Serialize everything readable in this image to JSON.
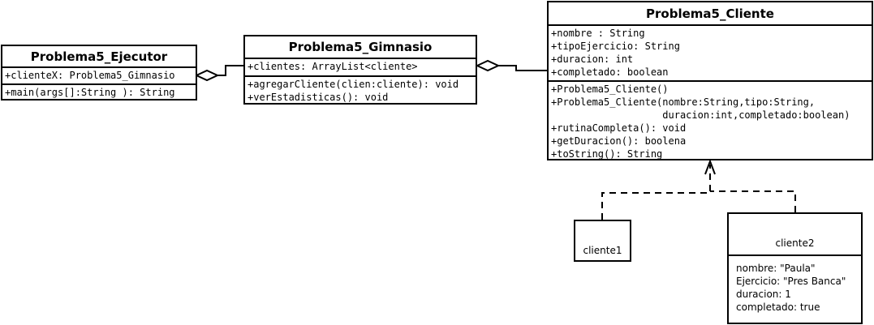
{
  "ejecutor": {
    "title": "Problema5_Ejecutor",
    "attributes": [
      "+clienteX: Problema5_Gimnasio"
    ],
    "methods": [
      "+main(args[]:String ): String"
    ]
  },
  "gimnasio": {
    "title": "Problema5_Gimnasio",
    "attributes": [
      "+clientes: ArrayList<cliente>"
    ],
    "methods": [
      "+agregarCliente(clien:cliente): void",
      "+verEstadisticas(): void"
    ]
  },
  "cliente": {
    "title": "Problema5_Cliente",
    "attributes": [
      "+nombre : String",
      "+tipoEjercicio: String",
      "+duracion: int",
      "+completado: boolean"
    ],
    "methods": [
      "+Problema5_Cliente()",
      "+Problema5_Cliente(nombre:String,tipo:String,",
      "                   duracion:int,completado:boolean)",
      "+rutinaCompleta(): void",
      "+getDuracion(): boolena",
      "+toString(): String"
    ]
  },
  "cliente1": {
    "name": "cliente1"
  },
  "cliente2": {
    "name": "cliente2",
    "attributes": [
      "nombre: \"Paula\"",
      "Ejercicio: \"Pres Banca\"",
      "duracion: 1",
      "completado: true"
    ]
  }
}
